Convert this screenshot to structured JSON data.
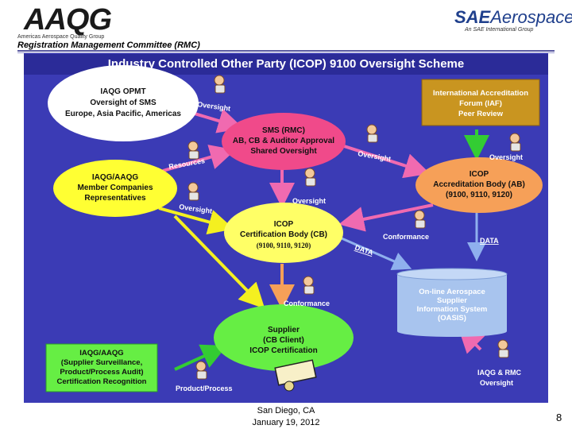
{
  "header": {
    "aaqg_logo_text": "AAQG",
    "aaqg_subtitle": "Americas Aerospace Quality Group",
    "committee": "Registration Management Committee (RMC)",
    "sae_brand": "SAE",
    "sae_word": "Aerospace",
    "sae_tagline": "An SAE International Group"
  },
  "diagram": {
    "title": "Industry Controlled Other Party (ICOP) 9100 Oversight Scheme",
    "nodes": {
      "opmt": [
        "IAQG OPMT",
        "Oversight of SMS",
        "Europe, Asia Pacific, Americas"
      ],
      "sms": [
        "SMS (RMC)",
        "AB, CB & Auditor Approval",
        "Shared Oversight"
      ],
      "iaf": [
        "International Accreditation",
        "Forum (IAF)",
        "Peer Review"
      ],
      "members": [
        "IAQG/AAQG",
        "Member Companies",
        "Representatives"
      ],
      "ab": [
        "ICOP",
        "Accreditation Body (AB)",
        "(9100, 9110, 9120)"
      ],
      "cb": [
        "ICOP",
        "Certification Body (CB)",
        "(9100, 9110, 9120)"
      ],
      "oasis": [
        "On-line Aerospace",
        "Supplier",
        "Information System",
        "(OASIS)"
      ],
      "supplier": [
        "Supplier",
        "(CB Client)",
        "ICOP Certification"
      ],
      "surveillance": [
        "IAQG/AAQG",
        "(Supplier Surveillance,",
        "Product/Process Audit)",
        "Certification Recognition"
      ]
    },
    "labels": {
      "oversight_1": "Oversight",
      "resources": "Resources",
      "oversight_2": "Oversight",
      "oversight_3": "Oversight",
      "oversight_4": "Oversight",
      "oversight_5": "Oversight",
      "conformance_1": "Conformance",
      "data_1": "DATA",
      "data_2": "DATA",
      "conformance_2": "Conformance",
      "product_process": "Product/Process",
      "iaqg_rmc": "IAQG & RMC",
      "oversight_6": "Oversight"
    },
    "colors": {
      "panel": "#3b3bb5",
      "opmt": "#ffffff",
      "sms": "#f04a8a",
      "iaf": "#c99520",
      "members": "#ffff33",
      "ab": "#f6a058",
      "cb": "#ffff66",
      "oasis": "#a8c4ee",
      "supplier": "#66ee44",
      "surveillance": "#66ee44"
    }
  },
  "footer": {
    "location": "San Diego, CA",
    "date": "January 19, 2012",
    "page": "8"
  }
}
